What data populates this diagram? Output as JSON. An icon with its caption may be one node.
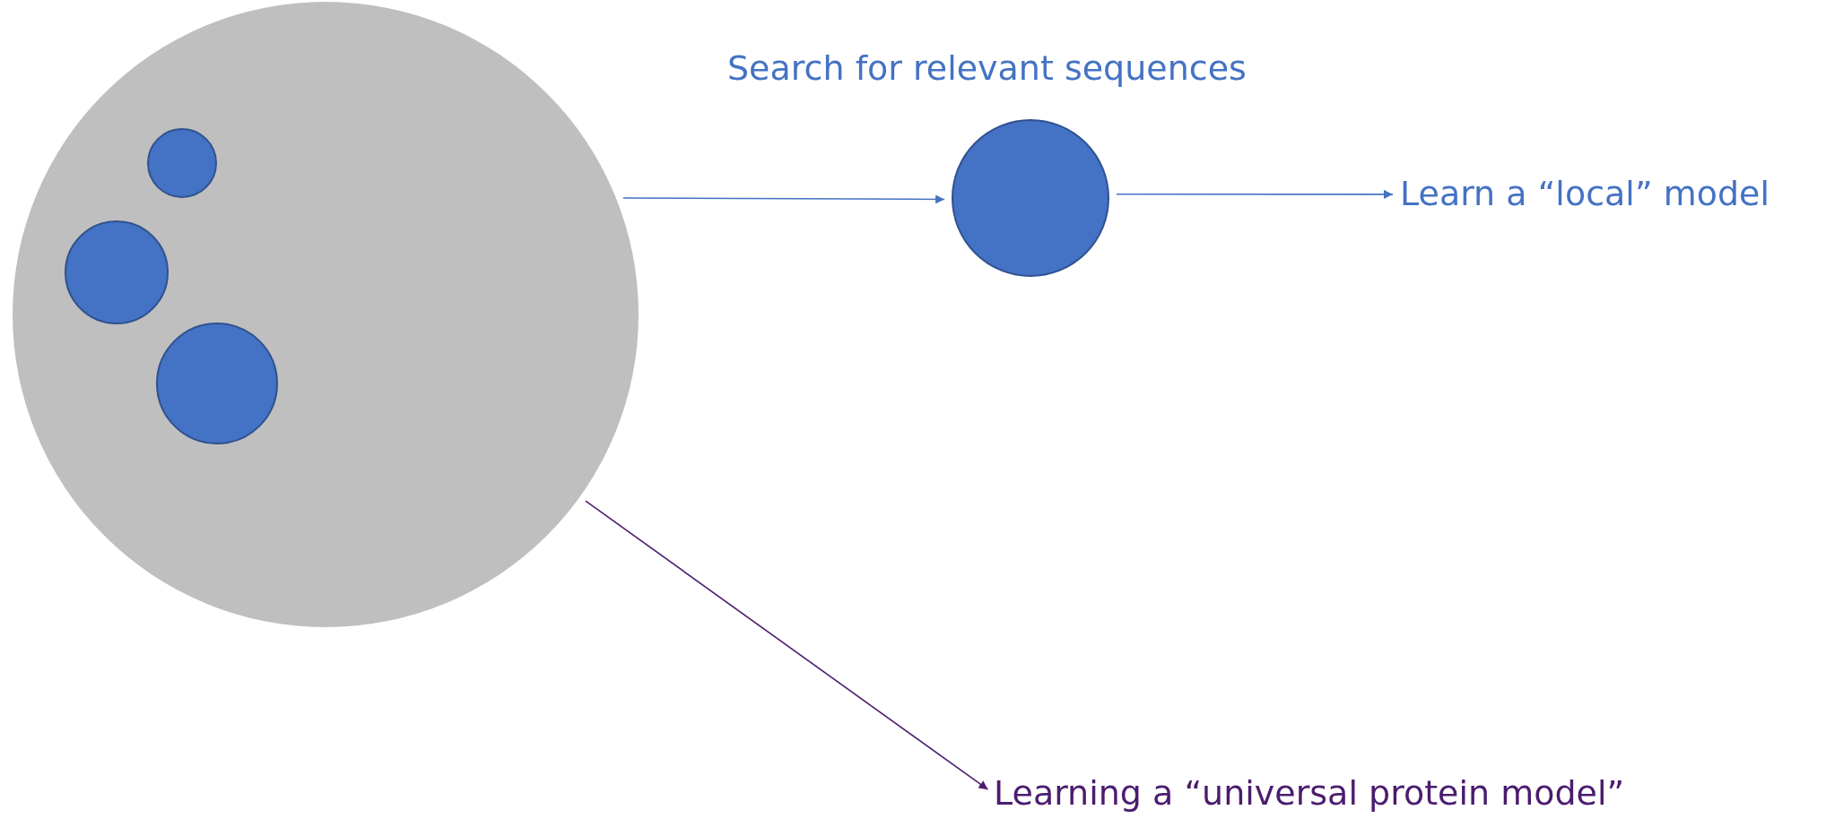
{
  "diagram": {
    "nodes": [
      {
        "text": [],
        "shape": "circle"
      },
      {
        "text": [],
        "shape": "circle",
        "in": 0
      },
      {
        "text": [],
        "shape": "circle",
        "in": 0
      },
      {
        "text": [],
        "shape": "circle",
        "in": 0
      },
      {
        "text": [],
        "shape": "circle",
        "beside": [
          "Search for relevant sequences"
        ]
      },
      {
        "text": [
          "Learn a “local” model"
        ]
      },
      {
        "text": [
          "Learning a “universal protein model”"
        ]
      }
    ],
    "edges": [
      {
        "from": 0,
        "to": 4,
        "arrow": "to"
      },
      {
        "from": 4,
        "to": 5,
        "arrow": "to"
      },
      {
        "from": 0,
        "to": 6,
        "arrow": "to",
        "color": "#4b1c6e"
      }
    ]
  }
}
